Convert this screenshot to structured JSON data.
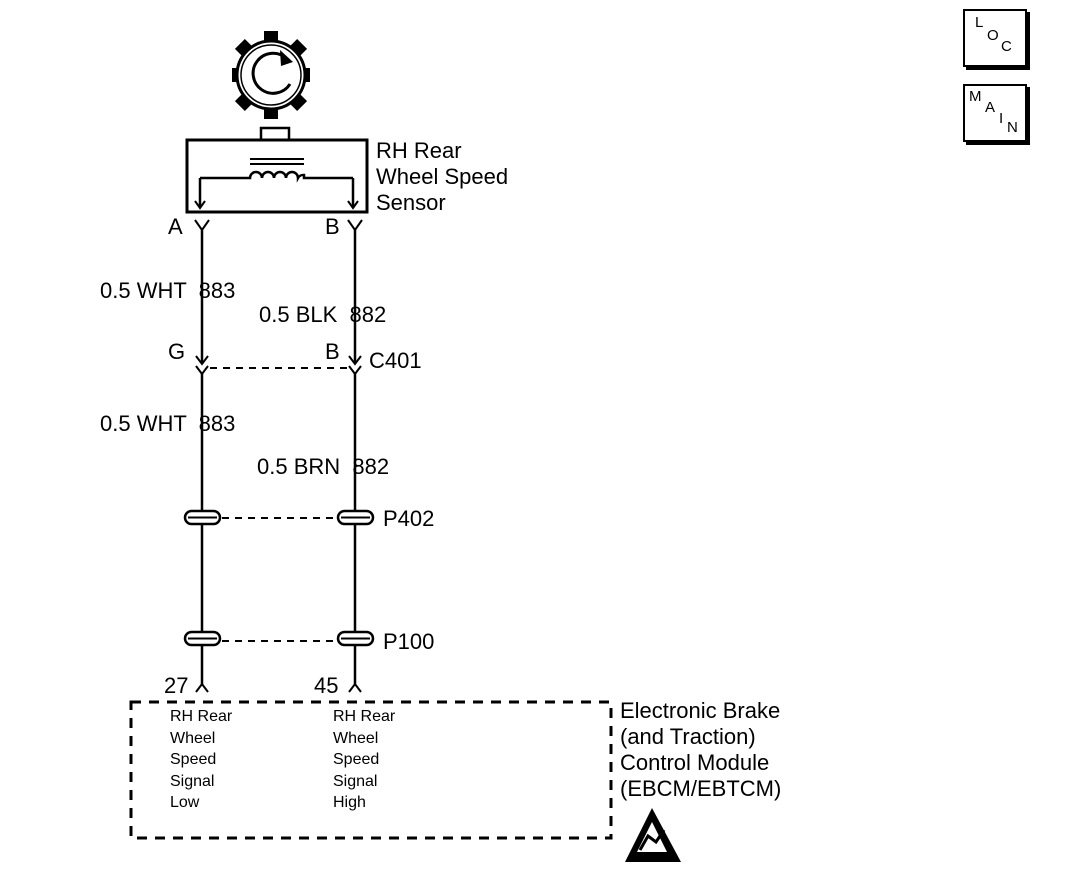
{
  "nav": {
    "loc": {
      "l1": "L",
      "l2": "O",
      "l3": "C"
    },
    "main": {
      "l1": "M",
      "l2": "A",
      "l3": "I",
      "l4": "N"
    }
  },
  "sensor": {
    "name": [
      "RH Rear",
      "Wheel Speed",
      "Sensor"
    ]
  },
  "terminals": {
    "sensor_left": "A",
    "sensor_right": "B",
    "c401_left": "G",
    "c401_right": "B",
    "module_left": "27",
    "module_right": "45"
  },
  "wires": {
    "upper_left": "0.5 WHT  883",
    "upper_right": "0.5 BLK  882",
    "lower_left": "0.5 WHT  883",
    "lower_right": "0.5 BRN  882"
  },
  "connectors": {
    "c401": "C401",
    "p402": "P402",
    "p100": "P100"
  },
  "module": {
    "name": [
      "Electronic Brake",
      "(and Traction)",
      "Control Module",
      "(EBCM/EBTCM)"
    ],
    "pin_left": [
      "RH Rear",
      "Wheel",
      "Speed",
      "Signal",
      "Low"
    ],
    "pin_right": [
      "RH Rear",
      "Wheel",
      "Speed",
      "Signal",
      "High"
    ]
  }
}
